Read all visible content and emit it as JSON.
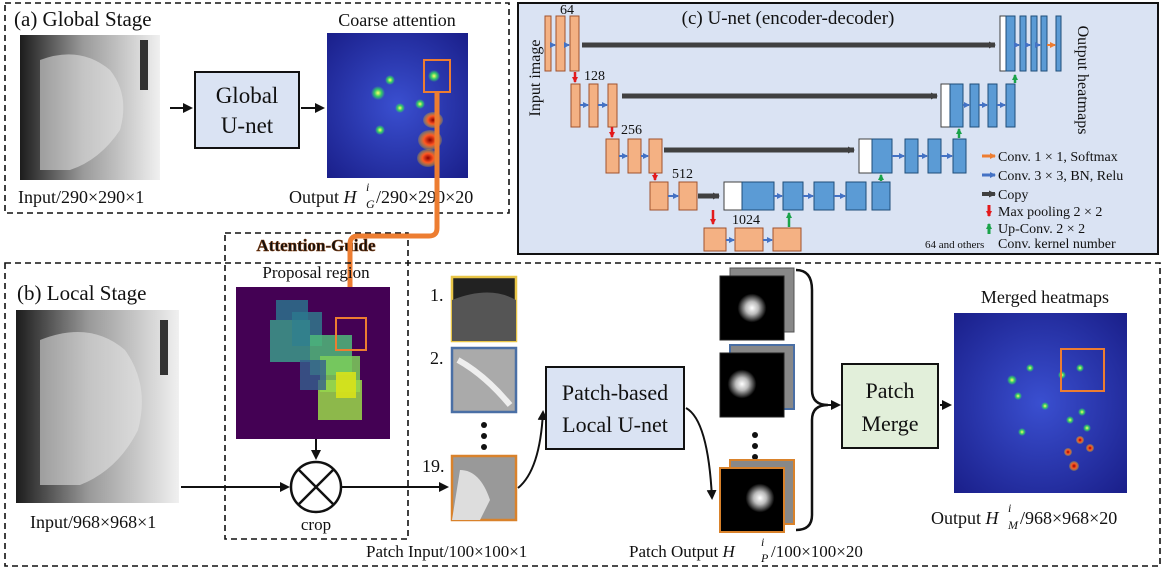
{
  "global_stage": {
    "title": "(a) Global Stage",
    "attention_title": "Coarse attention",
    "net_line1": "Global",
    "net_line2": "U-net",
    "input_label": "Input/290×290×1",
    "output_prefix": "Output ",
    "output_var": "H",
    "output_sub": "G",
    "output_sup": "i",
    "output_suffix": "/290×290×20"
  },
  "unet": {
    "title": "(c) U-net (encoder-decoder)",
    "input_side": "Input image",
    "output_side": "Output heatmaps",
    "channels": [
      "64",
      "128",
      "256",
      "512",
      "1024"
    ],
    "legend": [
      {
        "text": "Conv. 1 × 1, Softmax",
        "color": "#ed7d31",
        "kind": "arrow"
      },
      {
        "text": "Conv. 3 × 3, BN, Relu",
        "color": "#4472c4",
        "kind": "arrow"
      },
      {
        "text": "Copy",
        "color": "#404040",
        "kind": "arrow"
      },
      {
        "text": "Max pooling 2 × 2",
        "color": "#e31a1c",
        "kind": "down"
      },
      {
        "text": "Up-Conv. 2 × 2",
        "color": "#1aa34a",
        "kind": "up"
      }
    ],
    "kernel_note_prefix": "64 and others",
    "kernel_note": "Conv. kernel number"
  },
  "attention_guide": {
    "title": "Attention-Guide",
    "proposal_title": "Proposal region",
    "crop_label": "crop"
  },
  "local_stage": {
    "title": "(b) Local Stage",
    "input_label": "Input/968×968×1",
    "patch_indices": [
      "1.",
      "2.",
      "19."
    ],
    "patch_index_colors": [
      "#c9a227",
      "#4a6fa5",
      "#d9822b"
    ],
    "patch_input_label": "Patch Input/100×100×1",
    "net_line1": "Patch-based",
    "net_line2": "Local U-net",
    "patch_output_prefix": "Patch Output ",
    "patch_output_var": "H",
    "patch_output_sub": "P",
    "patch_output_sup": "i",
    "patch_output_suffix": "/100×100×20",
    "merge_line1": "Patch",
    "merge_line2": "Merge",
    "merged_title": "Merged heatmaps",
    "output_prefix": "Output ",
    "output_var": "H",
    "output_sub": "M",
    "output_sup": "i",
    "output_suffix": "/968×968×20"
  },
  "colors": {
    "attention_orange": "#ed7d31",
    "encoder_block": "#f4b183",
    "decoder_block": "#5b9bd5",
    "net_box_fill": "#dae3f3",
    "merge_box_fill": "#e2efda",
    "unet_panel_fill": "#dae3f3"
  }
}
